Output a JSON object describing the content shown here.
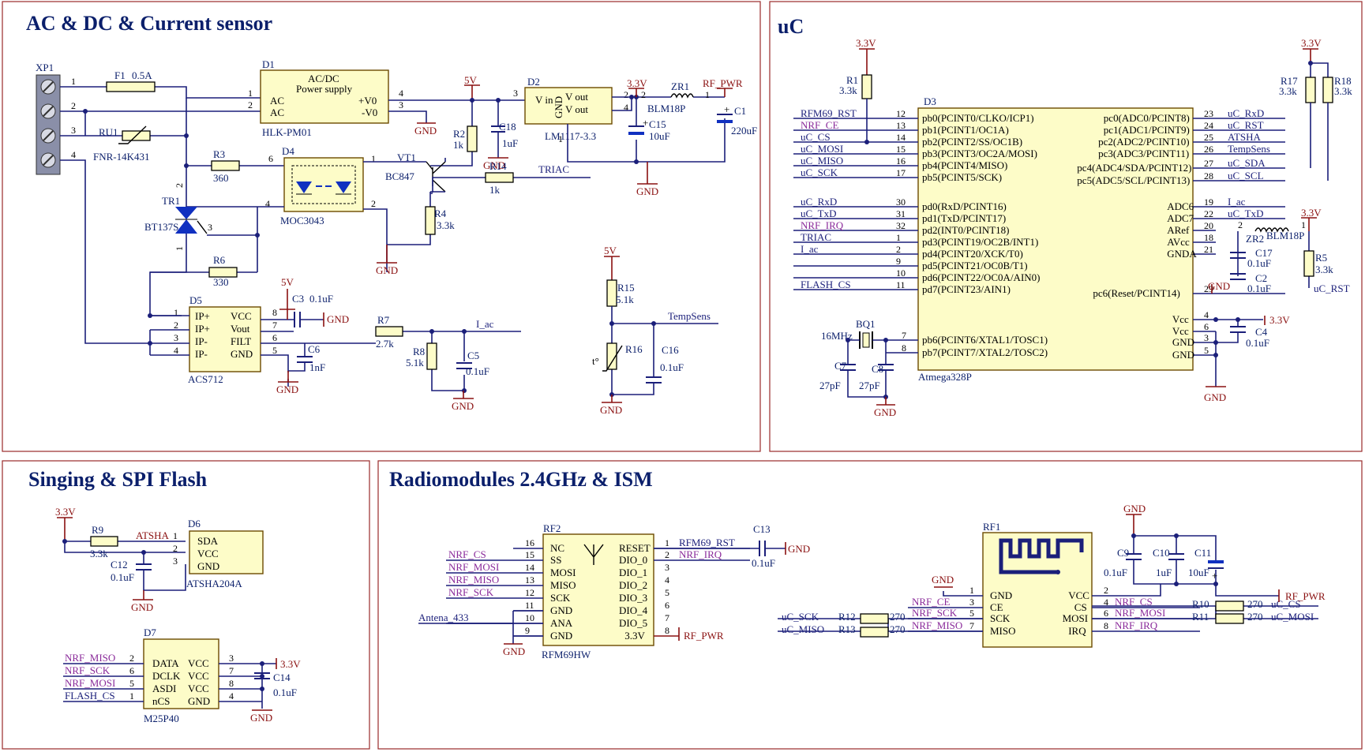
{
  "sections": {
    "ac": "AC & DC & Current sensor",
    "uc": "uC",
    "flash": "Singing & SPI Flash",
    "radio": "Radiomodules 2.4GHz & ISM"
  },
  "power": {
    "v33": "3.3V",
    "v5": "5V",
    "gnd": "GND",
    "rf_pwr": "RF_PWR"
  },
  "ac": {
    "xp1": "XP1",
    "f1": "F1",
    "f1_val": "0.5A",
    "ru1": "RU1",
    "ru1_val": "FNR-14K431",
    "d1": "D1",
    "d1_l1": "AC/DC",
    "d1_l2": "Power supply",
    "d1_ac": "AC",
    "d1_v0p": "+V0",
    "d1_v0n": "-V0",
    "d1_part": "HLK-PM01",
    "d2": "D2",
    "d2_vin": "V in",
    "d2_gnd": "GND",
    "d2_vout": "V out",
    "d2_part": "LM1117-3.3",
    "zr1": "ZR1",
    "zr1_part": "BLM18P",
    "c15": "C15",
    "c15_val": "10uF",
    "c1": "C1",
    "c1_val": "220uF",
    "c18": "C18",
    "c18_val": "1uF",
    "r2": "R2",
    "r2_val": "1k",
    "r3": "R3",
    "r3_val": "360",
    "d4": "D4",
    "d4_part": "MOC3043",
    "vt1": "VT1",
    "vt1_part": "BC847",
    "r14": "R14",
    "r14_val": "1k",
    "triac": "TRIAC",
    "r4": "R4",
    "r4_val": "3.3k",
    "tr1": "TR1",
    "tr1_part": "BT137S",
    "r6": "R6",
    "r6_val": "330",
    "d5": "D5",
    "d5_part": "ACS712",
    "d5_ipp": "IP+",
    "d5_ipn": "IP-",
    "d5_vcc": "VCC",
    "d5_vout": "Vout",
    "d5_filt": "FILT",
    "d5_gnd": "GND",
    "c3": "C3",
    "c3_val": "0.1uF",
    "c6": "C6",
    "c6_val": "1nF",
    "r7": "R7",
    "r7_val": "2.7k",
    "r8": "R8",
    "r8_val": "5.1k",
    "c5": "C5",
    "c5_val": "0.1uF",
    "i_ac": "I_ac",
    "r15": "R15",
    "r15_val": "5.1k",
    "r16": "R16",
    "c16": "C16",
    "c16_val": "0.1uF",
    "tempsens": "TempSens",
    "t_sym": "t°"
  },
  "uc": {
    "r1": "R1",
    "r1_val": "3.3k",
    "d3": "D3",
    "d3_part": "Atmega328P",
    "left_nets": [
      "RFM69_RST",
      "NRF_CE",
      "uC_CS",
      "uC_MOSI",
      "uC_MISO",
      "uC_SCK",
      "uC_RxD",
      "uC_TxD",
      "NRF_IRQ",
      "TRIAC",
      "I_ac",
      "",
      "",
      "FLASH_CS"
    ],
    "left_nums": [
      "12",
      "13",
      "14",
      "15",
      "16",
      "17",
      "30",
      "31",
      "32",
      "1",
      "2",
      "9",
      "10",
      "11"
    ],
    "left_pins": [
      "pb0(PCINT0/CLKO/ICP1)",
      "pb1(PCINT1/OC1A)",
      "pb2(PCINT2/SS/OC1B)",
      "pb3(PCINT3/OC2A/MOSI)",
      "pb4(PCINT4/MISO)",
      "pb5(PCINT5/SCK)",
      "pd0(RxD/PCINT16)",
      "pd1(TxD/PCINT17)",
      "pd2(INT0/PCINT18)",
      "pd3(PCINT19/OC2B/INT1)",
      "pd4(PCINT20/XCK/T0)",
      "pd5(PCINT21/OC0B/T1)",
      "pd6(PCINT22/OC0A/AIN0)",
      "pd7(PCINT23/AIN1)"
    ],
    "xtal_pins": [
      "pb6(PCINT6/XTAL1/TOSC1)",
      "pb7(PCINT7/XTAL2/TOSC2)"
    ],
    "xtal_nums": [
      "7",
      "8"
    ],
    "right_pins": [
      "pc0(ADC0/PCINT8)",
      "pc1(ADC1/PCINT9)",
      "pc2(ADC2/PCINT10)",
      "pc3(ADC3/PCINT11)",
      "pc4(ADC4/SDA/PCINT12)",
      "pc5(ADC5/SCL/PCINT13)",
      "ADC6",
      "ADC7",
      "ARef",
      "AVcc",
      "GNDA",
      "pc6(Reset/PCINT14)",
      "Vcc",
      "Vcc",
      "GND",
      "GND"
    ],
    "right_nums": [
      "23",
      "24",
      "25",
      "26",
      "27",
      "28",
      "19",
      "22",
      "20",
      "18",
      "21",
      "29",
      "4",
      "6",
      "3",
      "5"
    ],
    "right_nets": [
      "uC_RxD",
      "uC_RST",
      "ATSHA",
      "TempSens",
      "uC_SDA",
      "uC_SCL",
      "I_ac",
      "uC_TxD",
      "",
      "",
      "",
      "uC_RST",
      "",
      "",
      "",
      ""
    ],
    "r17": "R17",
    "r17_val": "3.3k",
    "r18": "R18",
    "r18_val": "3.3k",
    "zr2": "ZR2",
    "zr2_part": "BLM18P",
    "c17": "C17",
    "c17_val": "0.1uF",
    "c2": "C2",
    "c2_val": "0.1uF",
    "r5": "R5",
    "r5_val": "3.3k",
    "c4": "C4",
    "c4_val": "0.1uF",
    "bq1": "BQ1",
    "bq1_val": "16MHz",
    "c7": "C7",
    "c7_val": "27pF",
    "c8": "C8",
    "c8_val": "27pF"
  },
  "flash": {
    "r9": "R9",
    "r9_val": "3.3k",
    "atsha": "ATSHA",
    "d6": "D6",
    "d6_part": "ATSHA204A",
    "d6_pins": [
      "SDA",
      "VCC",
      "GND"
    ],
    "c12": "C12",
    "c12_val": "0.1uF",
    "d7": "D7",
    "d7_part": "M25P40",
    "d7_left_nets": [
      "NRF_MISO",
      "NRF_SCK",
      "NRF_MOSI",
      "FLASH_CS"
    ],
    "d7_left_pins": [
      "DATA",
      "DCLK",
      "ASDI",
      "nCS"
    ],
    "d7_right_pins": [
      "VCC",
      "VCC",
      "VCC",
      "GND"
    ],
    "d7_left_nums": [
      "2",
      "6",
      "5",
      "1"
    ],
    "d7_right_nums": [
      "3",
      "7",
      "8",
      "4"
    ],
    "c14": "C14",
    "c14_val": "0.1uF"
  },
  "radio": {
    "rf2": "RF2",
    "rf2_part": "RFM69HW",
    "rf2_left_pins": [
      "NC",
      "SS",
      "MOSI",
      "MISO",
      "SCK",
      "GND",
      "ANA",
      "GND"
    ],
    "rf2_left_nums": [
      "16",
      "15",
      "14",
      "13",
      "12",
      "11",
      "10",
      "9"
    ],
    "rf2_left_nets": [
      "",
      "NRF_CS",
      "NRF_MOSI",
      "NRF_MISO",
      "NRF_SCK",
      "",
      "Antena_433",
      ""
    ],
    "rf2_right_pins": [
      "RESET",
      "DIO_0",
      "DIO_1",
      "DIO_2",
      "DIO_3",
      "DIO_4",
      "DIO_5",
      "3.3V"
    ],
    "rf2_right_nums": [
      "1",
      "2",
      "3",
      "4",
      "5",
      "6",
      "7",
      "8"
    ],
    "rf2_right_nets": [
      "RFM69_RST",
      "NRF_IRQ",
      "",
      "",
      "",
      "",
      "",
      "RF_PWR"
    ],
    "c13": "C13",
    "c13_val": "0.1uF",
    "rf1": "RF1",
    "rf1_left_pins": [
      "GND",
      "CE",
      "SCK",
      "MISO"
    ],
    "rf1_left_nums": [
      "1",
      "3",
      "5",
      "7"
    ],
    "rf1_left_nets": [
      "",
      "NRF_CE",
      "NRF_SCK",
      "NRF_MISO"
    ],
    "rf1_right_pins": [
      "VCC",
      "CS",
      "MOSI",
      "IRQ"
    ],
    "rf1_right_nums": [
      "2",
      "4",
      "6",
      "8"
    ],
    "rf1_right_nets": [
      "",
      "NRF_CS",
      "NRF_MOSI",
      "NRF_IRQ"
    ],
    "c9": "C9",
    "c9_val": "0.1uF",
    "c10": "C10",
    "c10_val": "1uF",
    "c11": "C11",
    "c11_val": "10uF",
    "r12": "R12",
    "r13": "R13",
    "r10": "R10",
    "r11": "R11",
    "r_val": "270",
    "uc_sck": "uC_SCK",
    "uc_miso": "uC_MISO",
    "uc_cs": "uC_CS",
    "uc_mosi": "uC_MOSI"
  },
  "colors": {
    "frame": "#9a2a2a",
    "wire": "#1b1f7a",
    "power": "#8a1010",
    "chip_fill": "#fdfcc8",
    "net_nrf": "#8a2a9a",
    "title": "#0b1f6b"
  }
}
